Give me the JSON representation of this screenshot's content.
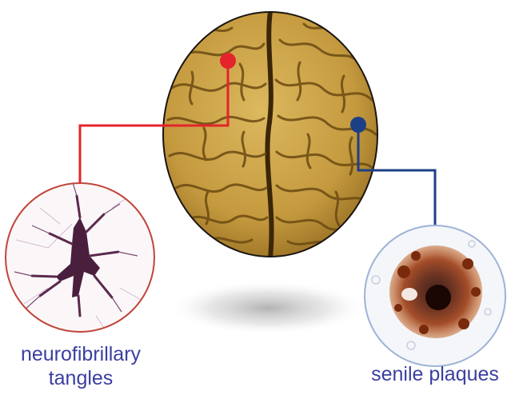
{
  "labels": {
    "left_line1": "neurofibrillary",
    "left_line2": "tangles",
    "right": "senile plaques"
  },
  "colors": {
    "left_connector": "#e4242b",
    "right_connector": "#1d3f86",
    "left_circle_border": "#c0453a",
    "right_circle_border": "#9db3d6",
    "label_text": "#3a3fa0",
    "brain_tissue": "#c9a248",
    "brain_sulci": "#6b4a12",
    "brain_background": "#1a1410"
  },
  "icons": {
    "left_micrograph": "neurofibrillary-tangle-micrograph",
    "right_micrograph": "senile-plaque-micrograph",
    "center_image": "brain-top-view-photo"
  }
}
